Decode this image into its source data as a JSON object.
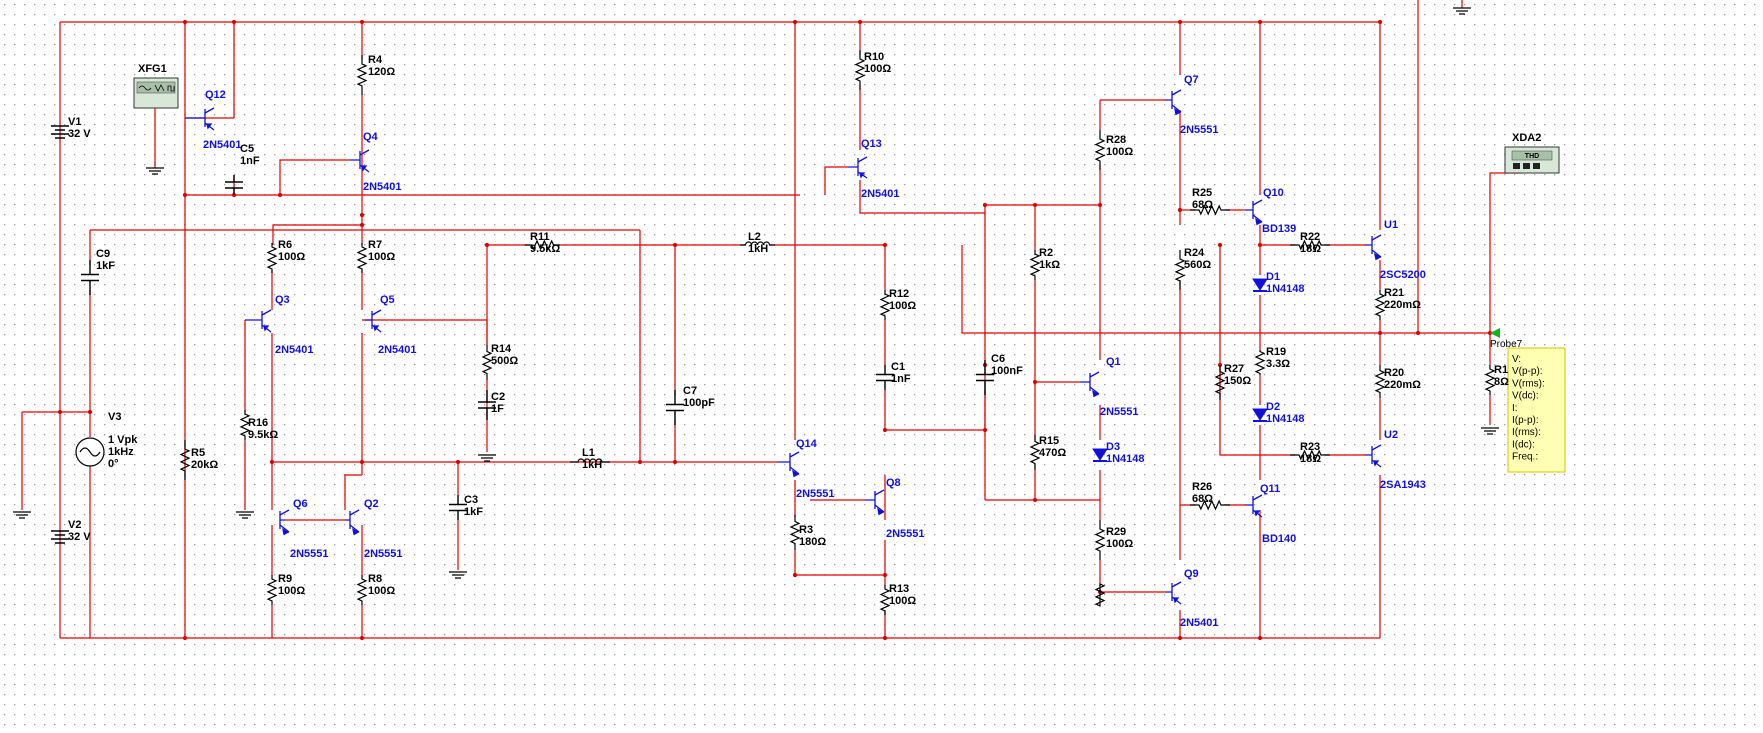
{
  "colors": {
    "wire": "#e00000",
    "label": "#000000",
    "part": "#1010dd",
    "grid": "#9a9a9a",
    "probe_fill": "#ffffb3",
    "probe_border": "#c8c800",
    "probe_arrow": "#18b018",
    "instrument": "#d8e8d8"
  },
  "instruments": {
    "xfg1": "XFG1",
    "xda2": "XDA2",
    "xda2_screen": "THD"
  },
  "sources": {
    "v1": {
      "ref": "V1",
      "value": "32 V"
    },
    "v2": {
      "ref": "V2",
      "value": "32 V"
    },
    "v3": {
      "ref": "V3",
      "amp": "1 Vpk",
      "freq": "1kHz",
      "phase": "0°"
    }
  },
  "components": [
    {
      "ref": "R4",
      "value": "120Ω"
    },
    {
      "ref": "R10",
      "value": "100Ω"
    },
    {
      "ref": "C5",
      "value": "1nF"
    },
    {
      "ref": "C9",
      "value": "1kF"
    },
    {
      "ref": "R6",
      "value": "100Ω"
    },
    {
      "ref": "R7",
      "value": "100Ω"
    },
    {
      "ref": "R11",
      "value": "9.5kΩ"
    },
    {
      "ref": "L2",
      "value": "1kH"
    },
    {
      "ref": "R12",
      "value": "100Ω"
    },
    {
      "ref": "R28",
      "value": "100Ω"
    },
    {
      "ref": "R25",
      "value": "68Ω"
    },
    {
      "ref": "R22",
      "value": "18Ω"
    },
    {
      "ref": "R2",
      "value": "1kΩ"
    },
    {
      "ref": "R24",
      "value": "560Ω"
    },
    {
      "ref": "R21",
      "value": "220mΩ"
    },
    {
      "ref": "R14",
      "value": "500Ω"
    },
    {
      "ref": "C2",
      "value": "1F"
    },
    {
      "ref": "C7",
      "value": "100pF"
    },
    {
      "ref": "C1",
      "value": "1nF"
    },
    {
      "ref": "C6",
      "value": "100nF"
    },
    {
      "ref": "R19",
      "value": "3.3Ω"
    },
    {
      "ref": "R27",
      "value": "150Ω"
    },
    {
      "ref": "R20",
      "value": "220mΩ"
    },
    {
      "ref": "R1",
      "value": "8Ω"
    },
    {
      "ref": "R16",
      "value": "9.5kΩ"
    },
    {
      "ref": "R5",
      "value": "20kΩ"
    },
    {
      "ref": "L1",
      "value": "1kH"
    },
    {
      "ref": "R15",
      "value": "470Ω"
    },
    {
      "ref": "R23",
      "value": "18Ω"
    },
    {
      "ref": "C3",
      "value": "1kF"
    },
    {
      "ref": "R3",
      "value": "180Ω"
    },
    {
      "ref": "R26",
      "value": "68Ω"
    },
    {
      "ref": "R29",
      "value": "100Ω"
    },
    {
      "ref": "R9",
      "value": "100Ω"
    },
    {
      "ref": "R8",
      "value": "100Ω"
    },
    {
      "ref": "R13",
      "value": "100Ω"
    }
  ],
  "transistors": [
    {
      "ref": "Q12",
      "part": "2N5401"
    },
    {
      "ref": "Q4",
      "part": "2N5401"
    },
    {
      "ref": "Q13",
      "part": "2N5401"
    },
    {
      "ref": "Q7",
      "part": "2N5551"
    },
    {
      "ref": "Q10",
      "part": "BD139"
    },
    {
      "ref": "U1",
      "part": "2SC5200"
    },
    {
      "ref": "Q3",
      "part": "2N5401"
    },
    {
      "ref": "Q5",
      "part": "2N5401"
    },
    {
      "ref": "Q1",
      "part": "2N5551"
    },
    {
      "ref": "Q14",
      "part": "2N5551"
    },
    {
      "ref": "Q8",
      "part": "2N5551"
    },
    {
      "ref": "Q6",
      "part": "2N5551"
    },
    {
      "ref": "Q2",
      "part": "2N5551"
    },
    {
      "ref": "U2",
      "part": "2SA1943"
    },
    {
      "ref": "Q11",
      "part": "BD140"
    },
    {
      "ref": "Q9",
      "part": "2N5401"
    }
  ],
  "diodes": [
    {
      "ref": "D1",
      "part": "1N4148"
    },
    {
      "ref": "D2",
      "part": "1N4148"
    },
    {
      "ref": "D3",
      "part": "1N4148"
    }
  ],
  "probe": {
    "name": "Probe7",
    "lines": [
      "V:",
      "V(p-p):",
      "V(rms):",
      "V(dc):",
      "I:",
      "I(p-p):",
      "I(rms):",
      "I(dc):",
      "Freq.:"
    ]
  }
}
